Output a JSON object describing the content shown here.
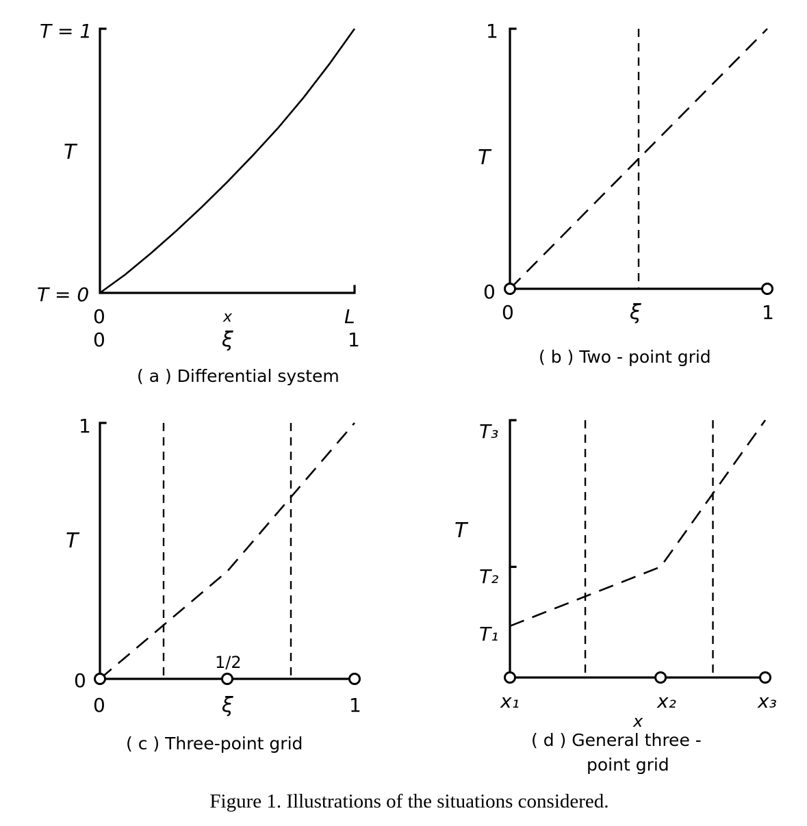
{
  "chart_data": [
    {
      "id": "a",
      "type": "line",
      "title": "( a )  Differential system",
      "ylabel": "T",
      "y_tick_labels": [
        "T = 0",
        "T = 1"
      ],
      "x_label": "x",
      "x_tick_labels_top": [
        "0",
        "L"
      ],
      "x_tick_labels_bottom": [
        "0",
        "1"
      ],
      "xi_label": "ξ",
      "xlim": [
        0,
        1
      ],
      "ylim": [
        0,
        1
      ],
      "series": [
        {
          "style": "solid",
          "x": [
            0,
            0.1,
            0.2,
            0.3,
            0.4,
            0.5,
            0.6,
            0.7,
            0.8,
            0.9,
            1.0
          ],
          "y": [
            0,
            0.07,
            0.15,
            0.235,
            0.325,
            0.42,
            0.52,
            0.625,
            0.74,
            0.865,
            1.0
          ]
        }
      ]
    },
    {
      "id": "b",
      "type": "line",
      "title": "( b )  Two - point grid",
      "ylabel": "T",
      "y_tick_labels": [
        "0",
        "1"
      ],
      "x_tick_labels": [
        "0",
        "ξ",
        "1"
      ],
      "xlim": [
        0,
        1
      ],
      "ylim": [
        0,
        1
      ],
      "nodes_x": [
        0,
        1
      ],
      "boundaries_x": [
        0.5
      ],
      "series": [
        {
          "style": "dashed",
          "x": [
            0,
            1
          ],
          "y": [
            0,
            1
          ]
        }
      ]
    },
    {
      "id": "c",
      "type": "line",
      "title": "( c )  Three-point grid",
      "ylabel": "T",
      "y_tick_labels": [
        "0",
        "1"
      ],
      "x_tick_labels": [
        "0",
        "ξ",
        "1"
      ],
      "node_label": "1/2",
      "xlim": [
        0,
        1
      ],
      "ylim": [
        0,
        1
      ],
      "nodes_x": [
        0,
        0.5,
        1
      ],
      "boundaries_x": [
        0.25,
        0.75
      ],
      "series": [
        {
          "style": "dashed",
          "x": [
            0,
            0.5,
            1
          ],
          "y": [
            0,
            0.42,
            1
          ]
        }
      ]
    },
    {
      "id": "d",
      "type": "line",
      "title_line1": "( d )  General three -",
      "title_line2": "point grid",
      "ylabel": "T",
      "y_tick_labels": [
        "T₁",
        "T₂",
        "T₃"
      ],
      "x_label": "x",
      "x_tick_labels": [
        "x₁",
        "x₂",
        "x₃"
      ],
      "xlim": [
        0,
        1
      ],
      "ylim": [
        0,
        1
      ],
      "y_levels": [
        0.2,
        0.43,
        1
      ],
      "nodes_x": [
        0,
        0.59,
        1
      ],
      "boundaries_x": [
        0.295,
        0.795
      ],
      "series": [
        {
          "style": "dashed",
          "x": [
            0,
            0.59,
            1
          ],
          "y": [
            0.2,
            0.43,
            1
          ]
        }
      ]
    }
  ],
  "caption": "Figure 1. Illustrations of the situations considered."
}
